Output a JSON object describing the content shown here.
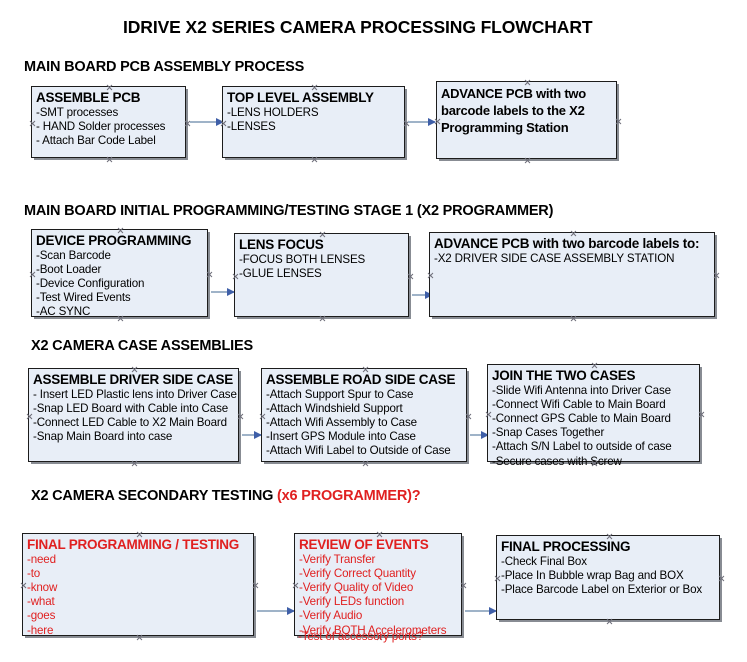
{
  "document": {
    "title": "IDRIVE X2  SERIES CAMERA PROCESSING FLOWCHART"
  },
  "sections": [
    {
      "id": "main-board-pcb-assembly-process",
      "heading": "MAIN BOARD PCB ASSEMBLY PROCESS",
      "heading_accent": ""
    },
    {
      "id": "main-board-initial-programming",
      "heading": "MAIN BOARD INITIAL PROGRAMMING/TESTING STAGE 1 (X2 PROGRAMMER)",
      "heading_accent": ""
    },
    {
      "id": "x2-camera-case-assemblies",
      "heading": "X2 CAMERA CASE ASSEMBLIES",
      "heading_accent": ""
    },
    {
      "id": "x2-camera-secondary-testing",
      "heading": "X2 CAMERA SECONDARY TESTING ",
      "heading_accent": "(x6 PROGRAMMER)?"
    }
  ],
  "nodes": [
    {
      "id": "assemble-pcb",
      "title": "ASSEMBLE PCB",
      "lines": [
        "-SMT processes",
        "- HAND Solder processes",
        "- Attach Bar Code Label"
      ]
    },
    {
      "id": "top-level-assembly",
      "title": "TOP LEVEL ASSEMBLY",
      "lines": [
        "-LENS HOLDERS",
        "-LENSES"
      ]
    },
    {
      "id": "advance-pcb-to-programming-station",
      "title": "ADVANCE PCB with two barcode labels to the  X2 Programming Station",
      "lines": []
    },
    {
      "id": "device-programming",
      "title": "DEVICE PROGRAMMING",
      "lines": [
        "-Scan Barcode",
        "-Boot Loader",
        "-Device Configuration",
        "-Test Wired Events",
        "-AC SYNC"
      ]
    },
    {
      "id": "lens-focus",
      "title": "LENS FOCUS",
      "lines": [
        "-FOCUS BOTH LENSES",
        "-GLUE LENSES"
      ]
    },
    {
      "id": "advance-pcb-to-driver-side-case",
      "title": "ADVANCE PCB with two barcode labels to:",
      "lines": [
        "-X2 DRIVER  SIDE  CASE  ASSEMBLY STATION"
      ]
    },
    {
      "id": "assemble-driver-side-case",
      "title": "ASSEMBLE DRIVER SIDE CASE",
      "lines": [
        "- Insert LED Plastic lens into Driver Case",
        "-Snap LED Board with Cable into Case",
        "-Connect LED Cable to X2 Main Board",
        "-Snap Main Board into case"
      ]
    },
    {
      "id": "assemble-road-side-case",
      "title": "ASSEMBLE ROAD SIDE CASE",
      "lines": [
        "-Attach Support Spur to Case",
        "-Attach Windshield Support",
        "-Attach Wifi Assembly to Case",
        "-Insert GPS Module into Case",
        "-Attach Wifi Label to Outside of Case"
      ]
    },
    {
      "id": "join-the-two-cases",
      "title": "JOIN THE TWO CASES",
      "lines": [
        "-Slide Wifi Antenna into Driver Case",
        "-Connect Wifi Cable to Main Board",
        "-Connect GPS Cable to Main Board",
        "-Snap Cases Together",
        "-Attach S/N Label to outside of case",
        "-Secure cases with Screw"
      ]
    },
    {
      "id": "final-programming-testing",
      "title": "FINAL PROGRAMMING / TESTING",
      "lines": [
        "-need",
        "-to",
        "-know",
        "-what",
        "-goes",
        "-here"
      ]
    },
    {
      "id": "review-of-events",
      "title": "REVIEW OF EVENTS",
      "lines": [
        "-Verify Transfer",
        "-Verify Correct Quantity",
        "-Verify Quality of Video",
        "-Verify LEDs function",
        "-Verify Audio",
        "-Verify BOTH Accelerometers"
      ],
      "overflow_line": "-Test of accessory ports?"
    },
    {
      "id": "final-processing",
      "title": "FINAL PROCESSING",
      "lines": [
        " -Check Final Box",
        "-Place In Bubble wrap Bag and BOX",
        "-Place Barcode Label on Exterior or Box"
      ]
    }
  ],
  "colors": {
    "node_fill": "#e8eef7",
    "node_border": "#1c1c1c",
    "connector": "#9fb3c8",
    "arrowhead": "#3f5fa8",
    "accent_red": "#e02020",
    "text": "#000000"
  }
}
